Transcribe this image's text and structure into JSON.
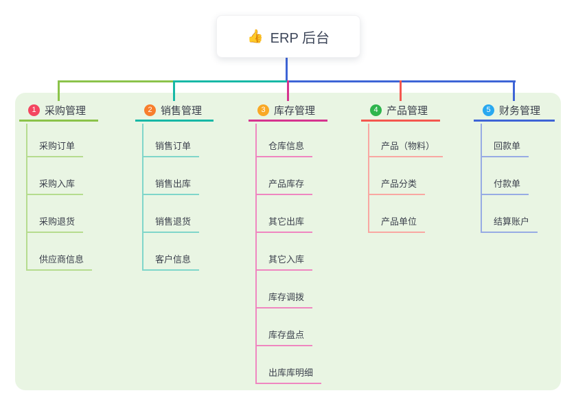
{
  "root": {
    "icon": "👍",
    "title": "ERP 后台"
  },
  "branches": [
    {
      "number": "1",
      "label": "采购管理",
      "badge_color": "#f44660",
      "line_color": "#8bc34a",
      "child_line_color": "#b5dc8e",
      "children": [
        "采购订单",
        "采购入库",
        "采购退货",
        "供应商信息"
      ]
    },
    {
      "number": "2",
      "label": "销售管理",
      "badge_color": "#f87e2d",
      "line_color": "#17b8a6",
      "child_line_color": "#7fd6ca",
      "children": [
        "销售订单",
        "销售出库",
        "销售退货",
        "客户信息"
      ]
    },
    {
      "number": "3",
      "label": "库存管理",
      "badge_color": "#f9a825",
      "line_color": "#d6348f",
      "child_line_color": "#ef86c0",
      "children": [
        "仓库信息",
        "产品库存",
        "其它出库",
        "其它入库",
        "库存调拨",
        "库存盘点",
        "出库库明细"
      ]
    },
    {
      "number": "4",
      "label": "产品管理",
      "badge_color": "#2eb54d",
      "line_color": "#f4574f",
      "child_line_color": "#f9a7a2",
      "children": [
        "产品（物料）",
        "产品分类",
        "产品单位"
      ]
    },
    {
      "number": "5",
      "label": "财务管理",
      "badge_color": "#29a8f0",
      "line_color": "#3e64d6",
      "child_line_color": "#97abe4",
      "children": [
        "回款单",
        "付款单",
        "结算账户"
      ]
    }
  ],
  "colors": {
    "canvas_bg": "#ffffff",
    "panel_bg": "#e9f5e3",
    "root_line": "#3e64d6",
    "text": "#3a3f4b"
  }
}
